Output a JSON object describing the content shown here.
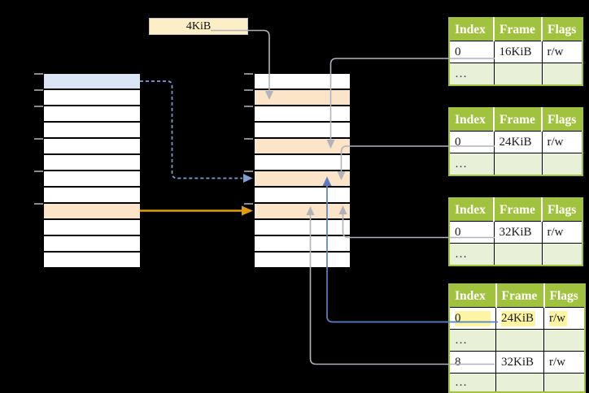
{
  "size_label": {
    "text": "4KiB"
  },
  "memory_columns": {
    "left": {
      "name": "virtual-memory",
      "rows": 12,
      "highlights": {
        "1": "blue",
        "9": "orange"
      }
    },
    "middle": {
      "name": "physical-memory",
      "rows": 12,
      "highlights": {
        "2": "orange",
        "5": "orange",
        "7": "orange",
        "9": "orange"
      }
    },
    "tick_rows": [
      1,
      2,
      3,
      5,
      7,
      9
    ]
  },
  "page_tables": [
    {
      "headers": [
        "Index",
        "Frame",
        "Flags"
      ],
      "rows": [
        {
          "cells": [
            "0",
            "16KiB",
            "r/w"
          ],
          "highlighted": false
        },
        {
          "cells": [
            "…",
            "",
            ""
          ],
          "highlighted": false
        }
      ]
    },
    {
      "headers": [
        "Index",
        "Frame",
        "Flags"
      ],
      "rows": [
        {
          "cells": [
            "0",
            "24KiB",
            "r/w"
          ],
          "highlighted": false
        },
        {
          "cells": [
            "…",
            "",
            ""
          ],
          "highlighted": false
        }
      ]
    },
    {
      "headers": [
        "Index",
        "Frame",
        "Flags"
      ],
      "rows": [
        {
          "cells": [
            "0",
            "32KiB",
            "r/w"
          ],
          "highlighted": false
        },
        {
          "cells": [
            "…",
            "",
            ""
          ],
          "highlighted": false
        }
      ]
    },
    {
      "headers": [
        "Index",
        "Frame",
        "Flags"
      ],
      "rows": [
        {
          "cells": [
            "0",
            "24KiB",
            "r/w"
          ],
          "highlighted": true
        },
        {
          "cells": [
            "…",
            "",
            ""
          ],
          "highlighted": false
        },
        {
          "cells": [
            "8",
            "32KiB",
            "r/w"
          ],
          "highlighted": false
        },
        {
          "cells": [
            "…",
            "",
            ""
          ],
          "highlighted": false
        }
      ]
    }
  ],
  "colors": {
    "bg": "#000000",
    "row-white": "#ffffff",
    "row-blue": "#dbe5f6",
    "row-orange": "#fce4c9",
    "box-cream": "#fceec7",
    "box-border": "#c4c4c4",
    "table-green": "#a1c23e",
    "table-light": "#e9f0d8",
    "highlight-yellow": "#fdf5a3",
    "arrow-gray": "#b2b2ba",
    "arrow-blue-dashed": "#7da0d6",
    "arrow-blue": "#5b80c2",
    "arrow-orange": "#e09d0a",
    "tick-gray": "#8a8a8a"
  }
}
